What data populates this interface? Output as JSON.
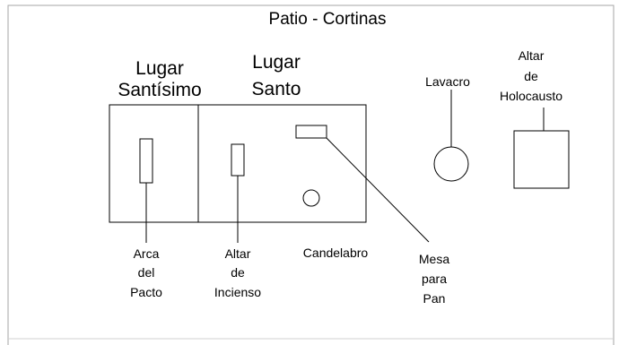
{
  "colors": {
    "stroke": "#000000",
    "text": "#000000",
    "background": "#ffffff",
    "frame": "#a6a6a6"
  },
  "title": "Patio - Cortinas",
  "rooms": {
    "holiest_lines": [
      "Lugar",
      "Santísimo"
    ],
    "holy_lines": [
      "Lugar",
      "Santo"
    ]
  },
  "items": {
    "ark_lines": [
      "Arca",
      "del",
      "Pacto"
    ],
    "incense_altar_lines": [
      "Altar",
      "de",
      "Incienso"
    ],
    "lampstand": "Candelabro",
    "bread_table_lines": [
      "Mesa",
      "para",
      "Pan"
    ],
    "laver": "Lavacro",
    "burnt_altar_lines": [
      "Altar",
      "de",
      "Holocausto"
    ]
  }
}
